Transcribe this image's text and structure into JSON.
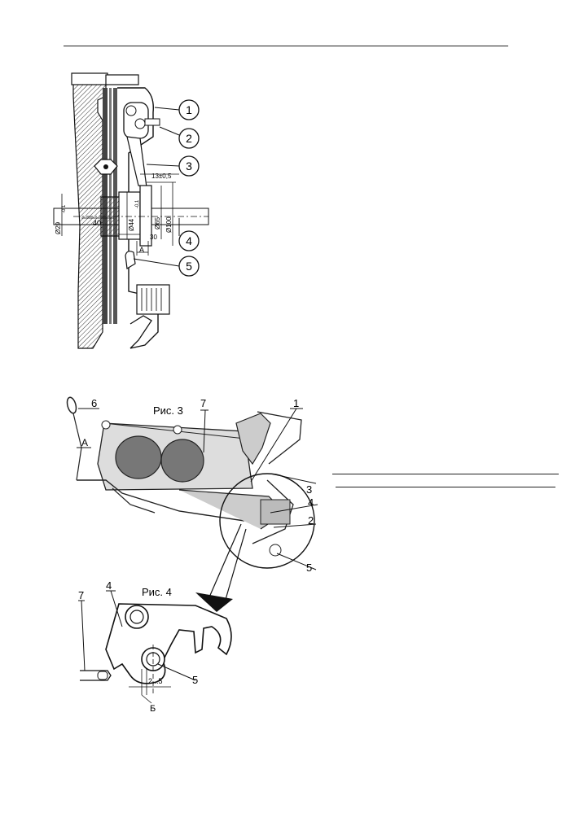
{
  "figure_top": {
    "callouts": [
      "1",
      "2",
      "3",
      "4",
      "5"
    ],
    "dimensions": {
      "gap": "13±0,5",
      "d29": "Ø29",
      "d29_tol": "-0,1",
      "len40": "40",
      "d44": "Ø44",
      "d44_tol": "-0,1",
      "d65": "Ø65",
      "d100": "Ø100",
      "len30": "30",
      "mark_a": "A"
    }
  },
  "figure_3": {
    "caption": "Рис. 3",
    "callouts": [
      "6",
      "7",
      "1",
      "3",
      "4",
      "2",
      "5"
    ],
    "mark_a": "A"
  },
  "figure_4": {
    "caption": "Рис. 4",
    "callouts": [
      "7",
      "4",
      "5"
    ],
    "gap": "2...5",
    "mark_b": "Б"
  }
}
